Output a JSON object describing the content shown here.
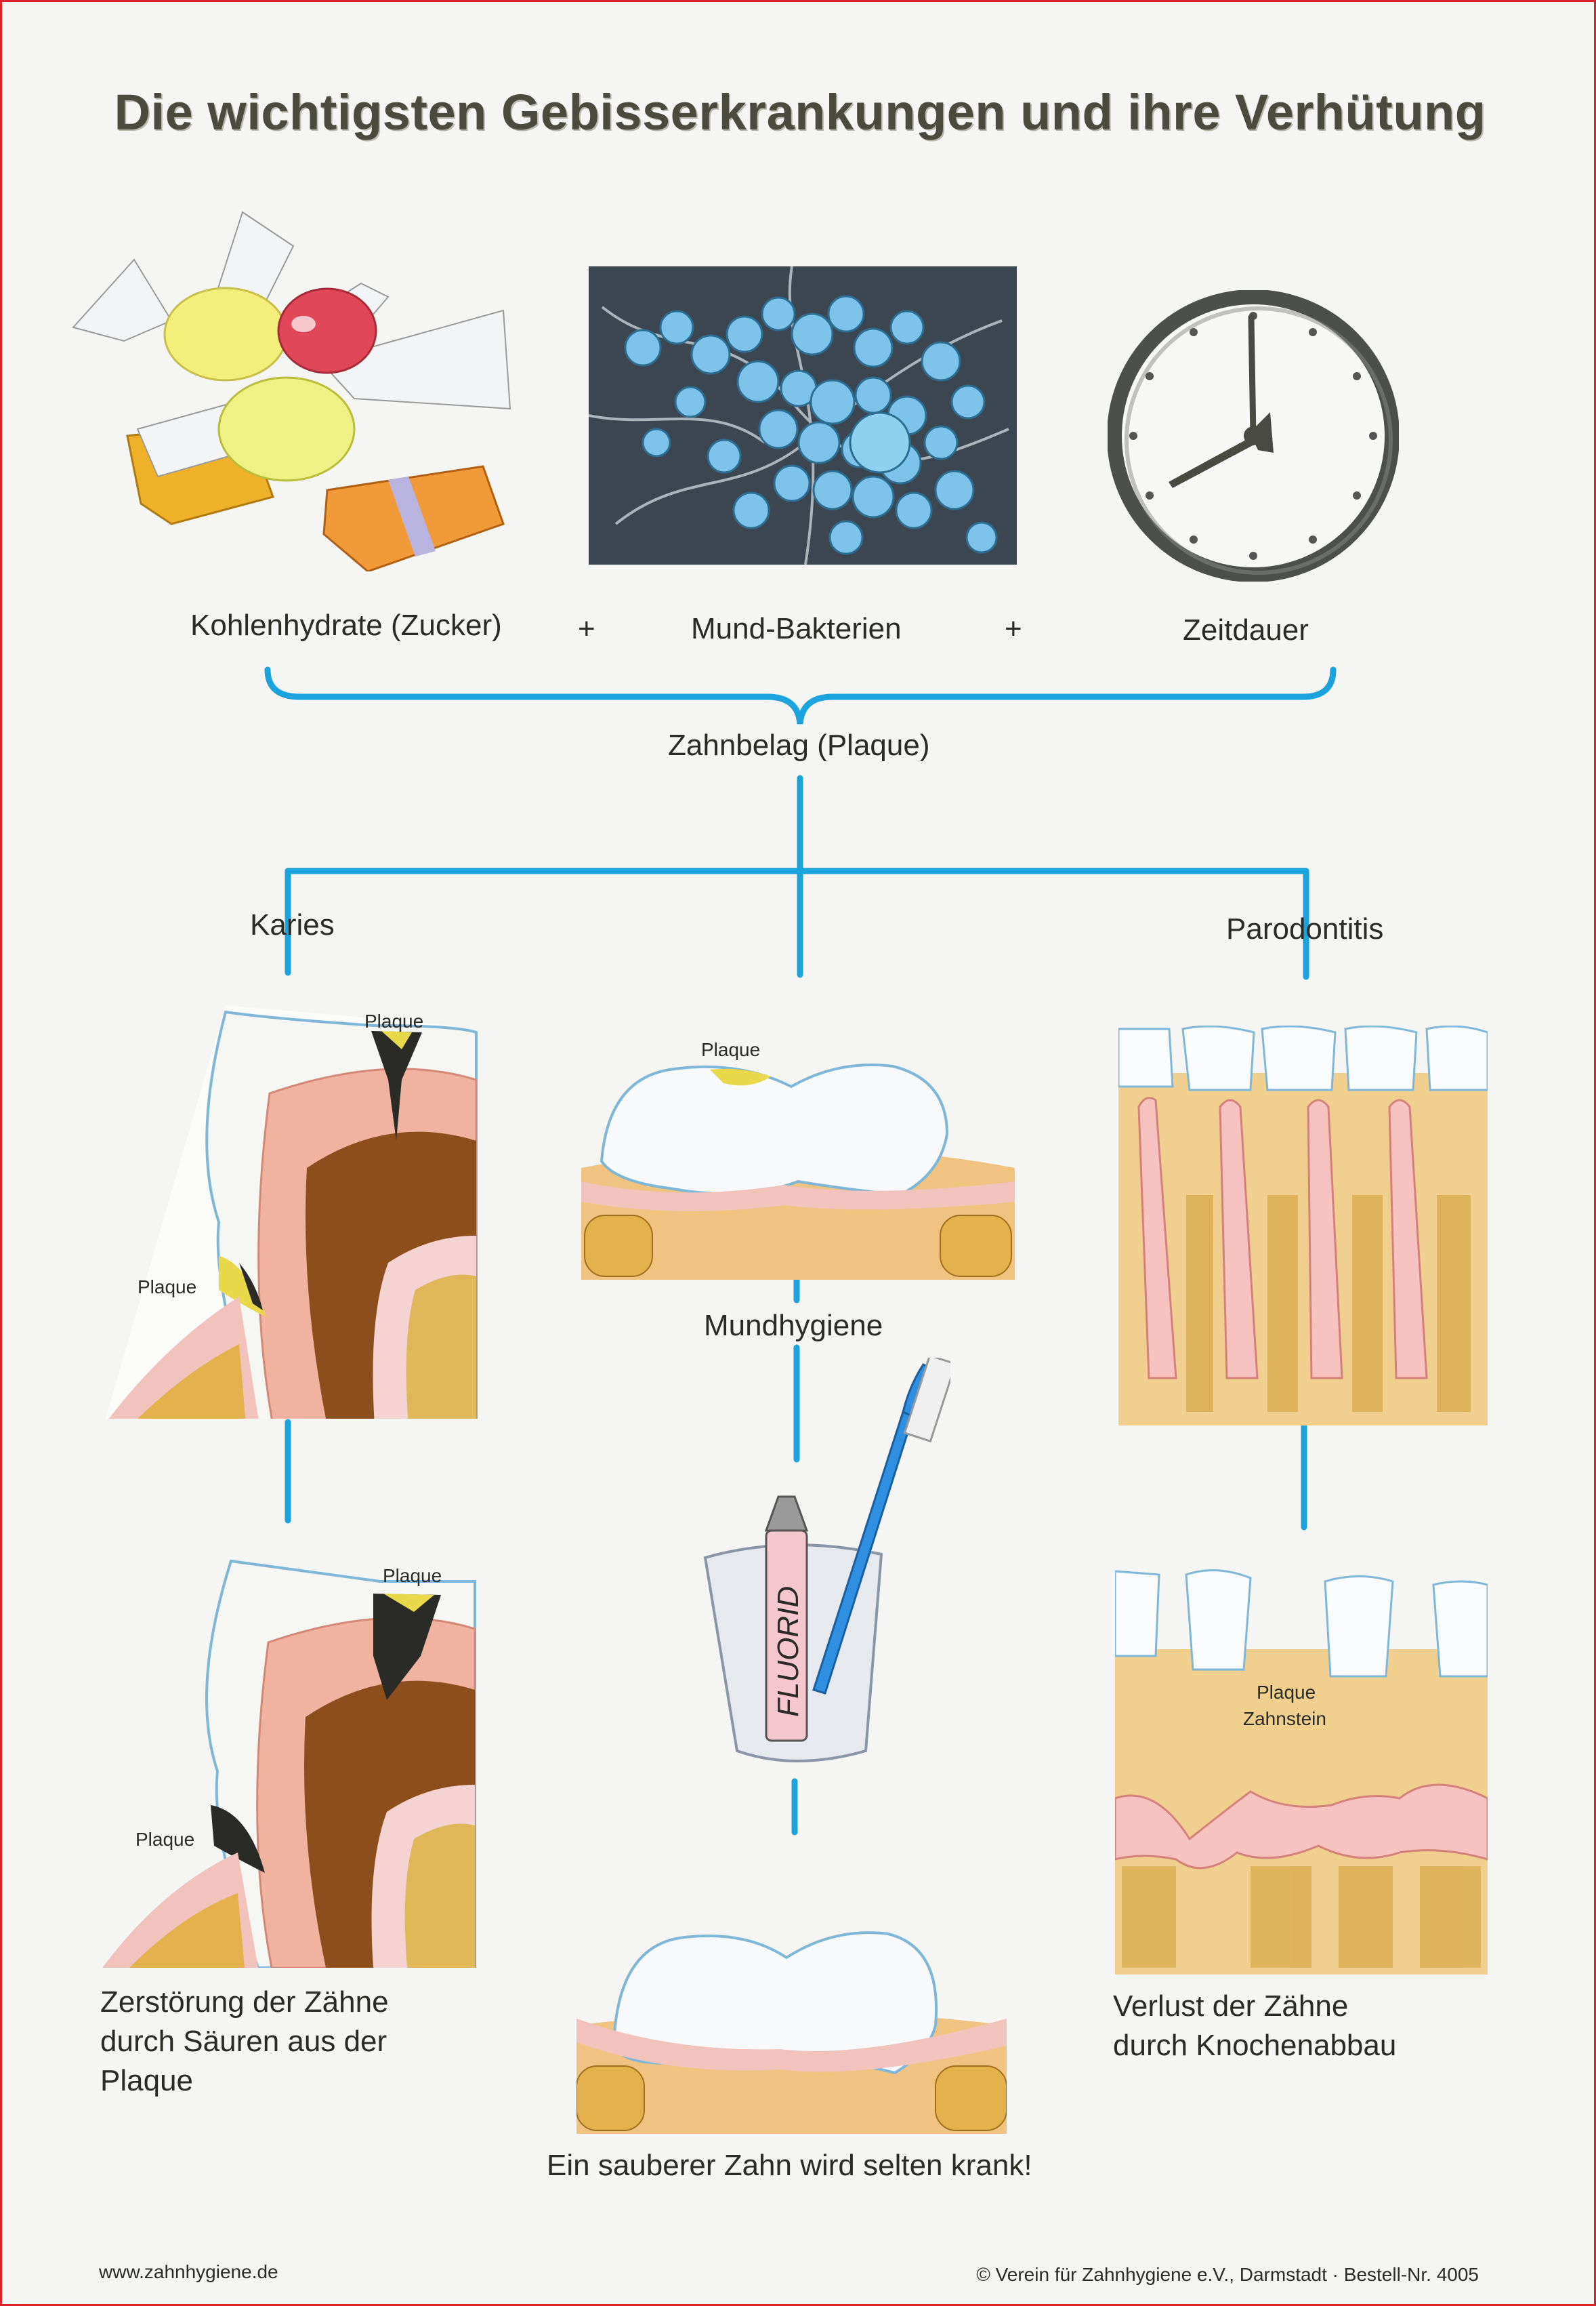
{
  "title": "Die wichtigsten Gebisserkrankungen und ihre Verhütung",
  "factors": {
    "sugar": "Kohlenhydrate (Zucker)",
    "plus1": "+",
    "bacteria": "Mund-Bakterien",
    "plus2": "+",
    "time": "Zeitdauer"
  },
  "plaque_result": "Zahnbelag (Plaque)",
  "branches": {
    "left": "Karies",
    "right": "Parodontitis",
    "center": "Mundhygiene"
  },
  "tooth_labels": {
    "karies_top_a": "Plaque",
    "karies_top_b": "Plaque",
    "center_top": "Plaque",
    "karies_bottom_a": "Plaque",
    "karies_bottom_b": "Plaque",
    "paro_plaque": "Plaque",
    "paro_zahnstein": "Zahnstein"
  },
  "toothpaste_text": "FLUORID",
  "captions": {
    "left_line1": "Zerstörung der Zähne",
    "left_line2": "durch Säuren aus der",
    "left_line3": "Plaque",
    "right_line1": "Verlust der Zähne",
    "right_line2": "durch Knochenabbau",
    "center": "Ein sauberer Zahn wird selten krank!"
  },
  "footer": {
    "website": "www.zahnhygiene.de",
    "copyright": "© Verein für Zahnhygiene e.V., Darmstadt · Bestell-Nr. 4005"
  },
  "colors": {
    "connector": "#1aa3dc",
    "frame": "#d8242a",
    "title": "#4a4a3e"
  }
}
